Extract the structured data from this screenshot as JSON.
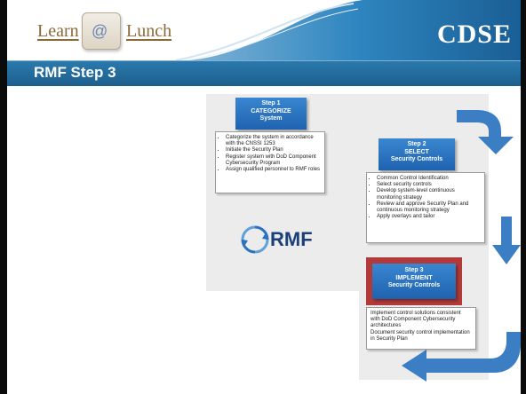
{
  "header": {
    "logo_learn": "Learn",
    "logo_at": "@",
    "logo_lunch": "Lunch",
    "brand": "CDSE"
  },
  "slide": {
    "title": "RMF Step 3"
  },
  "steps": [
    {
      "lines": [
        "Step 1",
        "CATEGORIZE",
        "System"
      ],
      "tasks": [
        "Categorize the system in accordance with the CNSSI 1253",
        "Initiate the Security Plan",
        "Register system with DoD Component Cybersecurity Program",
        "Assign qualified personnel to RMF roles"
      ]
    },
    {
      "lines": [
        "Step 2",
        "SELECT",
        "Security Controls"
      ],
      "tasks": [
        "Common Control Identification",
        "Select security controls",
        "Develop system-level continuous monitoring strategy",
        "Review and approve Security Plan and continuous monitoring strategy",
        "Apply overlays and tailor"
      ]
    },
    {
      "lines": [
        "Step 3",
        "IMPLEMENT",
        "Security Controls"
      ],
      "tasks": [
        "Implement  control solutions consistent with DoD Component Cybersecurity architectures",
        "Document security control implementation in Security Plan"
      ]
    }
  ],
  "logo": {
    "text": "RMF"
  },
  "colors": {
    "title_bar": "#1d5f8d",
    "step_box": "#2a72c0",
    "step3_highlight": "#b33a3a",
    "arrow": "#3c7ec4"
  }
}
